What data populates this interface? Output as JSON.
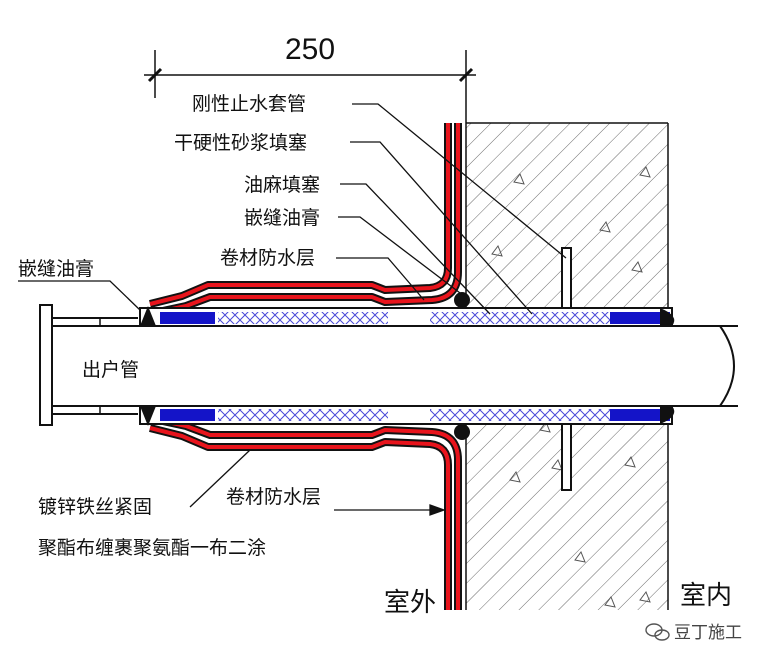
{
  "dimension": {
    "value": "250"
  },
  "labels": {
    "rigid_sleeve": "刚性止水套管",
    "dry_mortar_fill": "干硬性砂浆填塞",
    "oakum_fill": "油麻填塞",
    "caulk_top": "嵌缝油膏",
    "membrane_top": "卷材防水层",
    "caulk_left": "嵌缝油膏",
    "outlet_pipe": "出户管",
    "membrane_bottom": "卷材防水层",
    "wire_fixing": "镀锌铁丝紧固",
    "polyester_wrap": "聚酯布缠裹聚氨酯一布二涂",
    "outdoor": "室外",
    "indoor": "室内"
  },
  "watermark": {
    "text": "豆丁施工",
    "icon": "wechat-icon"
  },
  "colors": {
    "line": "#111111",
    "membrane_red": "#e8141c",
    "filler_blue": "#1414c8",
    "hatch": "#6a6a6a",
    "pipe_fill": "#ffffff"
  }
}
